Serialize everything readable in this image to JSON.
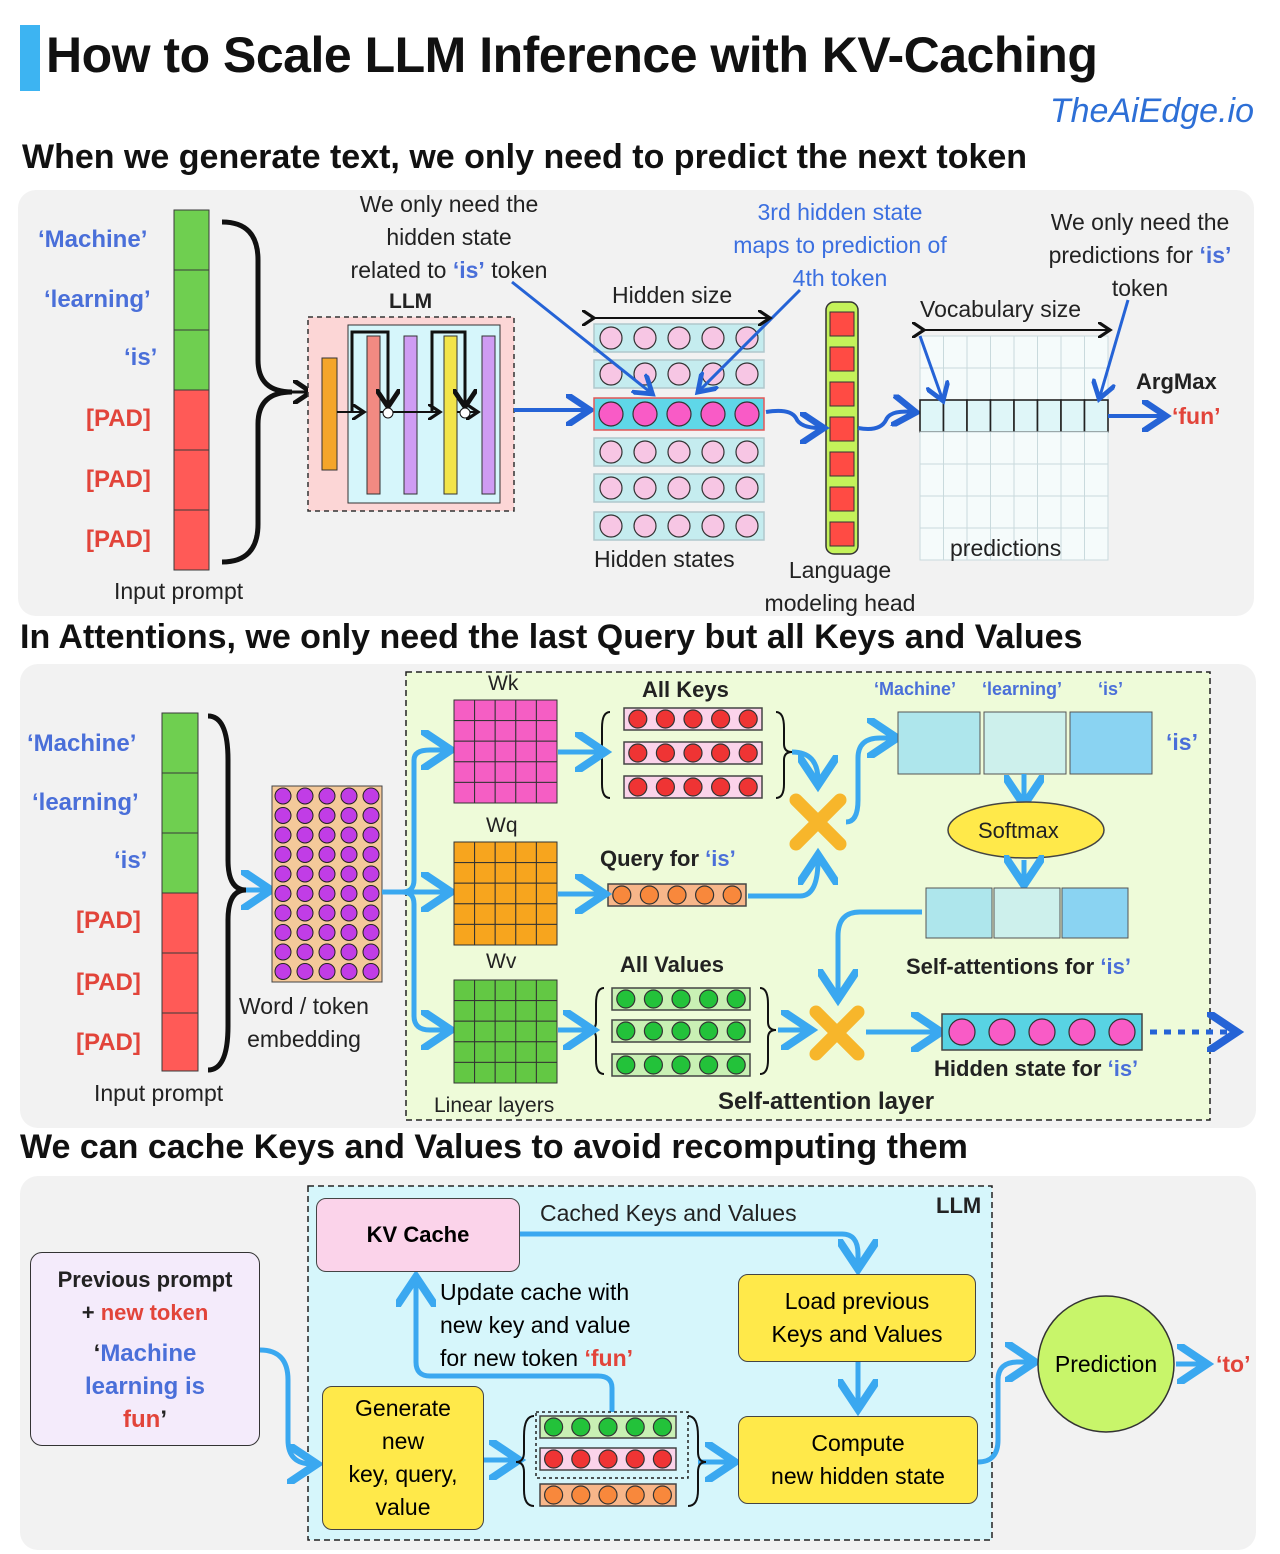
{
  "header": {
    "title": "How to Scale LLM Inference with KV-Caching",
    "brand": "TheAiEdge.io"
  },
  "section1": {
    "title": "When we generate text, we only need to predict the next token",
    "tokens": [
      "‘Machine’",
      "‘learning’",
      "‘is’",
      "[PAD]",
      "[PAD]",
      "[PAD]"
    ],
    "input_prompt": "Input prompt",
    "llm": "LLM",
    "note_hidden_1": "We only need the",
    "note_hidden_2": "hidden state",
    "note_hidden_3": "related to",
    "note_hidden_is": "‘is’",
    "note_hidden_4": "token",
    "hidden_size": "Hidden size",
    "hidden_states": "Hidden states",
    "third_1": "3rd hidden state",
    "third_2": "maps to prediction of",
    "third_3": "4th token",
    "lm_head_1": "Language",
    "lm_head_2": "modeling head",
    "pred_note_1": "We only need the",
    "pred_note_2": "predictions for",
    "pred_note_is": "‘is’",
    "pred_note_3": "token",
    "vocab_size": "Vocabulary size",
    "predictions": "predictions",
    "argmax": "ArgMax",
    "output": "‘fun’"
  },
  "section2": {
    "title": "In Attentions, we only need the last Query but all Keys and Values",
    "tokens": [
      "‘Machine’",
      "‘learning’",
      "‘is’",
      "[PAD]",
      "[PAD]",
      "[PAD]"
    ],
    "input_prompt": "Input prompt",
    "embedding_1": "Word / token",
    "embedding_2": "embedding",
    "wk": "Wk",
    "wq": "Wq",
    "wv": "Wv",
    "linear_layers": "Linear layers",
    "all_keys": "All Keys",
    "query_for": "Query for",
    "query_is": "‘is’",
    "all_values": "All Values",
    "col_machine": "‘Machine’",
    "col_learning": "‘learning’",
    "col_is": "‘is’",
    "row_is": "‘is’",
    "softmax": "Softmax",
    "self_att_for": "Self-attentions for",
    "self_att_is": "‘is’",
    "hidden_for": "Hidden state for",
    "hidden_is": "‘is’",
    "layer_label": "Self-attention layer"
  },
  "section3": {
    "title": "We can cache Keys and Values to avoid recomputing them",
    "prev_prompt_1": "Previous prompt",
    "prev_prompt_plus": "+",
    "prev_prompt_new": "new token",
    "prev_q_open": "‘",
    "prev_machine": "Machine",
    "prev_learning": "learning is",
    "prev_fun": "fun",
    "prev_q_close": "’",
    "llm": "LLM",
    "kv_cache": "KV Cache",
    "cached": "Cached Keys and Values",
    "update_1": "Update cache with",
    "update_2": "new key and value",
    "update_3": "for new token",
    "update_fun": "‘fun’",
    "generate_1": "Generate",
    "generate_2": "new",
    "generate_3": "key, query,",
    "generate_4": "value",
    "load_1": "Load previous",
    "load_2": "Keys and Values",
    "compute_1": "Compute",
    "compute_2": "new hidden state",
    "prediction": "Prediction",
    "output": "‘to’"
  },
  "colors": {
    "accent": "#3db4f2",
    "green_token": "#6fcf50",
    "red_token": "#ff5a57",
    "blue_text": "#4a6fd9",
    "red_text": "#e2443a",
    "arrow_blue": "#3aa8f0",
    "dark_blue": "#2563d6",
    "yellow_box": "#ffe94a",
    "kv_pink": "#fbd3ea",
    "llm_bg": "#d6f6fb",
    "attn_bg": "#eefbd9"
  }
}
